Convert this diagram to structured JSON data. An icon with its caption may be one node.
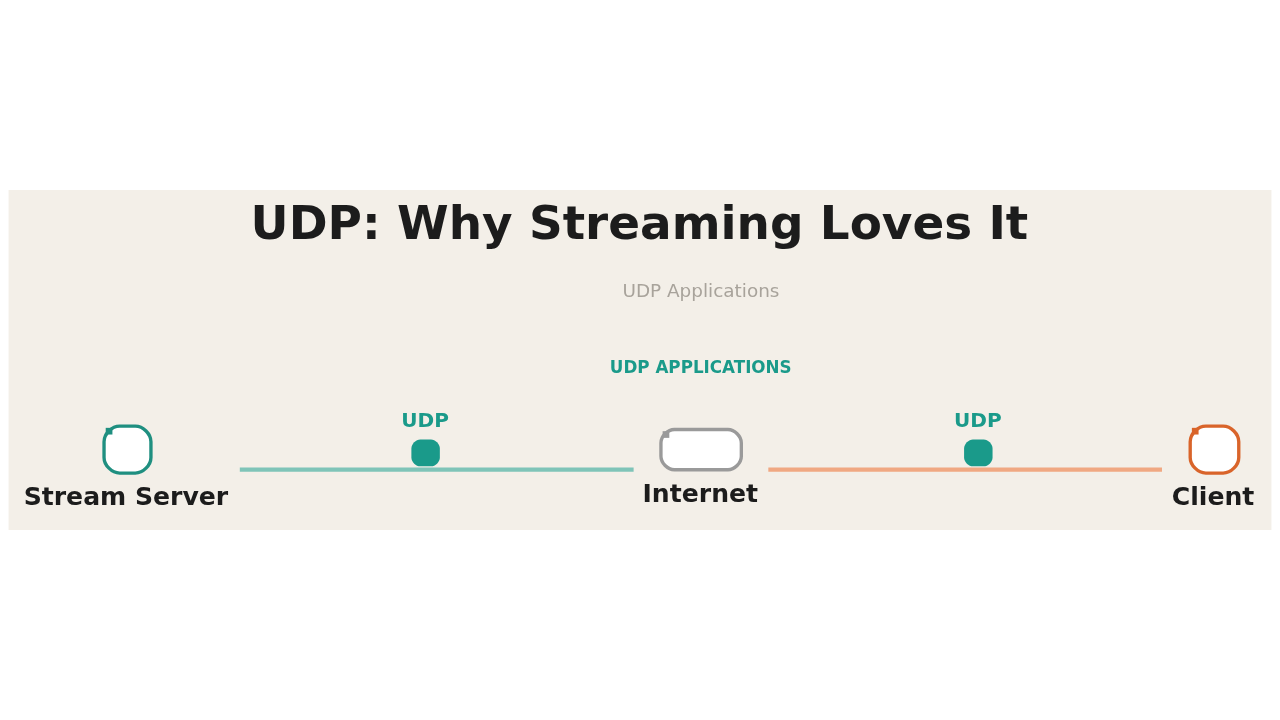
{
  "diagram": {
    "title": "UDP: Why Streaming Loves It",
    "nodes": [
      {
        "text": [
          "Stream Server"
        ]
      },
      {
        "text": [
          "Internet"
        ]
      },
      {
        "text": [
          "Client"
        ]
      }
    ],
    "edges": [
      {
        "from": 0,
        "to": 1,
        "arrow": "none",
        "label": "UDP",
        "color": "#7fc4b8"
      },
      {
        "from": 1,
        "to": 2,
        "arrow": "none",
        "label": "UDP",
        "color": "#f0a882"
      }
    ],
    "labels": [
      "UDP Applications",
      "UDP APPLICATIONS"
    ]
  }
}
